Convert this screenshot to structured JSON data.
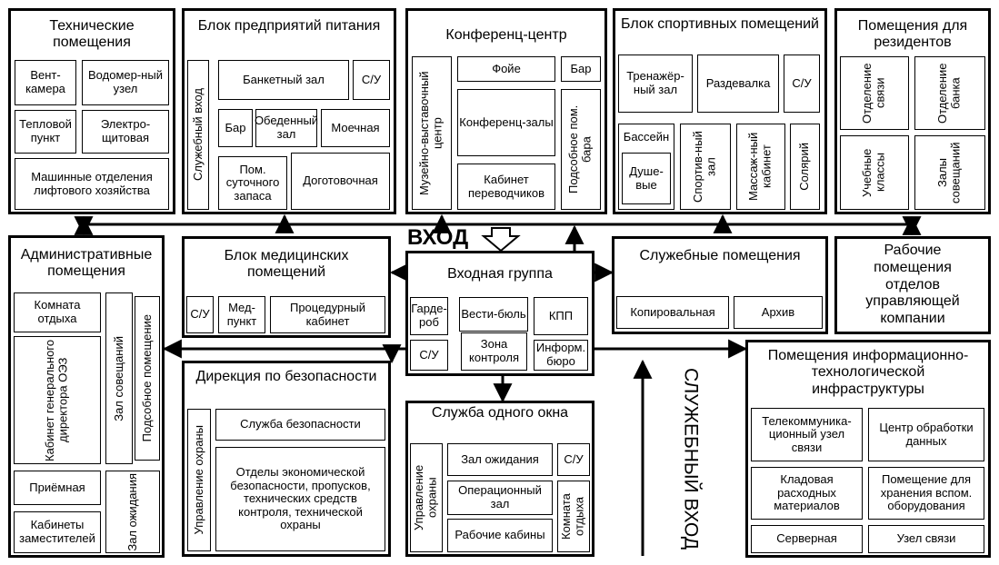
{
  "tech": {
    "title": "Технические помещения",
    "vent": "Вент-камера",
    "water": "Водомер-ный узел",
    "heat": "Тепловой пункт",
    "elec": "Электро-щитовая",
    "lift": "Машинные отделения лифтового хозяйства"
  },
  "food": {
    "title": "Блок предприятий питания",
    "service_entry": "Служебный вход",
    "banquet": "Банкетный зал",
    "wc": "С/У",
    "bar": "Бар",
    "dining": "Обеденный зал",
    "dish": "Моечная",
    "daily": "Пом. суточного запаса",
    "cooking": "Доготовочная"
  },
  "conf": {
    "title": "Конференц-центр",
    "museum": "Музейно-выставочный центр",
    "foyer": "Фойе",
    "bar": "Бар",
    "halls": "Конференц-залы",
    "barAux": "Подсобное пом. бара",
    "translators": "Кабинет переводчиков"
  },
  "sport": {
    "title": "Блок спортивных помещений",
    "gym": "Тренажёр-ный зал",
    "locker": "Раздевалка",
    "wc": "С/У",
    "pool": "Бассейн",
    "shower": "Душе-вые",
    "sportHall": "Спортив-ный зал",
    "massage": "Массаж-ный кабинет",
    "solarium": "Солярий"
  },
  "resid": {
    "title": "Помещения для резидентов",
    "post": "Отделение связи",
    "bank": "Отделение банка",
    "classes": "Учебные классы",
    "meeting": "Залы совещаний"
  },
  "admin": {
    "title": "Административные помещения",
    "rest": "Комната отдыха",
    "meeting": "Зал совещаний",
    "utility": "Подсобное помещение",
    "director": "Кабинет генерального директора ОЭЗ",
    "reception": "Приёмная",
    "waiting": "Зал ожидания",
    "deputies": "Кабинеты заместителей"
  },
  "med": {
    "title": "Блок медицинских помещений",
    "wc": "С/У",
    "point": "Мед-пункт",
    "procedure": "Процедурный кабинет"
  },
  "entry": {
    "label": "ВХОД",
    "title": "Входная группа",
    "cloak": "Гарде-роб",
    "vestibule": "Вести-бюль",
    "kpp": "КПП",
    "wc": "С/У",
    "control": "Зона контроля",
    "info": "Информ. бюро"
  },
  "service": {
    "title": "Служебные помещения",
    "copy": "Копировальная",
    "archive": "Архив"
  },
  "mgmt": {
    "title": "Рабочие помещения отделов управляющей компании"
  },
  "security": {
    "title": "Дирекция по безопасности",
    "guard": "Управление охраны",
    "service": "Служба безопасности",
    "depts": "Отделы экономической безопасности, пропусков, технических средств контроля, технической охраны"
  },
  "window": {
    "title": "Служба одного окна",
    "guard": "Управление охраны",
    "waiting": "Зал ожидания",
    "wc": "С/У",
    "operHall": "Операционный зал",
    "rest": "Комната отдыха",
    "cabins": "Рабочие кабины"
  },
  "serviceEntry": {
    "label": "СЛУЖЕБНЫЙ ВХОД"
  },
  "it": {
    "title": "Помещения информационно-технологической инфраструктуры",
    "telecom": "Телекоммуника-ционный узел связи",
    "datacenter": "Центр обработки данных",
    "storage": "Кладовая расходных материалов",
    "equip": "Помещение для хранения вспом. оборудования",
    "server": "Серверная",
    "comm": "Узел связи"
  }
}
